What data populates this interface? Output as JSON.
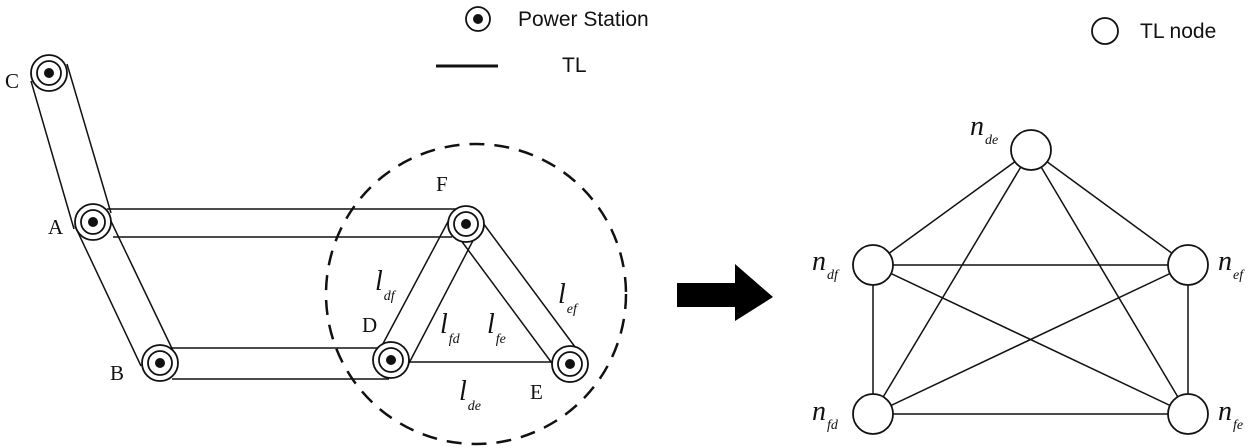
{
  "legend": {
    "power_station_label": "Power Station",
    "tl_label": "TL",
    "tl_node_label": "TL node"
  },
  "stations": {
    "A": "A",
    "B": "B",
    "C": "C",
    "D": "D",
    "E": "E",
    "F": "F"
  },
  "lines": {
    "df": {
      "main": "l",
      "sub": "df"
    },
    "ef": {
      "main": "l",
      "sub": "ef"
    },
    "fd": {
      "main": "l",
      "sub": "fd"
    },
    "fe": {
      "main": "l",
      "sub": "fe"
    },
    "de": {
      "main": "l",
      "sub": "de"
    }
  },
  "tl_nodes": {
    "de": {
      "main": "n",
      "sub": "de"
    },
    "df": {
      "main": "n",
      "sub": "df"
    },
    "ef": {
      "main": "n",
      "sub": "ef"
    },
    "fd": {
      "main": "n",
      "sub": "fd"
    },
    "fe": {
      "main": "n",
      "sub": "fe"
    }
  },
  "colors": {
    "ink": "#111111",
    "background": "#ffffff"
  },
  "icons": {
    "station": "dotted-circle-icon",
    "transform": "right-arrow-icon",
    "tl_node": "circle-icon"
  }
}
